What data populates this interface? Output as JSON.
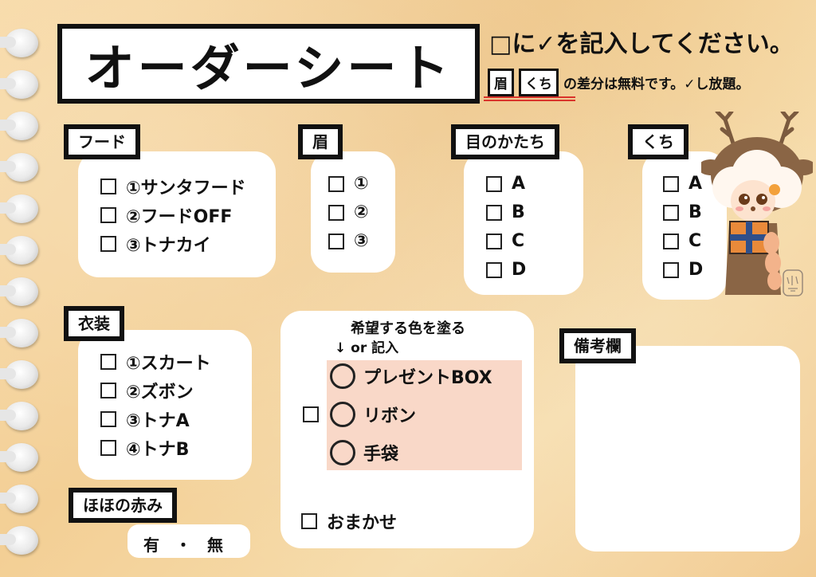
{
  "title": "オーダーシート",
  "instructions": {
    "line1_box": "□",
    "line1_text": "に✓を記入してください。",
    "tag1": "眉",
    "tag2": "くち",
    "line2_text": "の差分は無料です。✓し放題。"
  },
  "food": {
    "label": "フード",
    "items": [
      "①サンタフード",
      "②フードOFF",
      "③トナカイ"
    ]
  },
  "eyebrow": {
    "label": "眉",
    "items": [
      "①",
      "②",
      "③"
    ]
  },
  "eye_shape": {
    "label": "目のかたち",
    "items": [
      "A",
      "B",
      "C",
      "D"
    ]
  },
  "mouth": {
    "label": "くち",
    "items": [
      "A",
      "B",
      "C",
      "D"
    ]
  },
  "costume": {
    "label": "衣装",
    "items": [
      "①スカート",
      "②ズボン",
      "③トナA",
      "④トナB"
    ]
  },
  "color": {
    "heading": "希望する色を塗る",
    "subheading": "↓ or 記入",
    "items": [
      "プレゼントBOX",
      "リボン",
      "手袋"
    ],
    "omakase": "おまかせ"
  },
  "notes": {
    "label": "備考欄"
  },
  "cheek": {
    "label": "ほほの赤み",
    "options": "有　・　無"
  },
  "colors": {
    "background": "#f5d49e",
    "color_panel": "#f9d8c8",
    "red_underline": "#d9342b"
  }
}
